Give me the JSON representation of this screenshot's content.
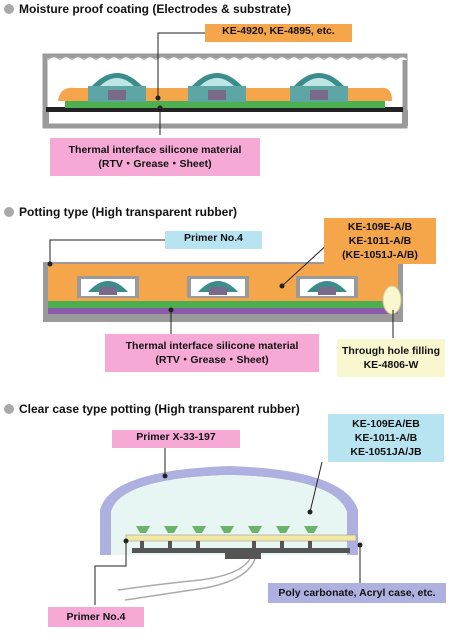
{
  "section1": {
    "title": "Moisture proof coating (Electrodes & substrate)",
    "label_coating": "KE-4920, KE-4895, etc.",
    "label_thermal_line1": "Thermal interface silicone material",
    "label_thermal_line2": "(RTV・Grease・Sheet)"
  },
  "section2": {
    "title": "Potting type (High transparent rubber)",
    "label_primer": "Primer No.4",
    "label_rubber_line1": "KE-109E-A/B",
    "label_rubber_line2": "KE-1011-A/B",
    "label_rubber_line3": "(KE-1051J-A/B)",
    "label_thermal_line1": "Thermal interface silicone material",
    "label_thermal_line2": "(RTV・Grease・Sheet)",
    "label_through_line1": "Through hole filling",
    "label_through_line2": "KE-4806-W"
  },
  "section3": {
    "title": "Clear case type potting (High transparent rubber)",
    "label_primer_top": "Primer X-33-197",
    "label_rubber_line1": "KE-109EA/EB",
    "label_rubber_line2": "KE-1011-A/B",
    "label_rubber_line3": "KE-1051JA/JB",
    "label_case": "Poly carbonate, Acryl case, etc.",
    "label_primer_bottom": "Primer No.4"
  },
  "colors": {
    "orange": "#f5a54a",
    "pink": "#f7a9d6",
    "blue": "#b8e4f2",
    "cream": "#f8f7d0",
    "lavender": "#aeb0df",
    "green": "#4caf50",
    "purple": "#8b5ca8",
    "gray": "#9a9a9a"
  }
}
